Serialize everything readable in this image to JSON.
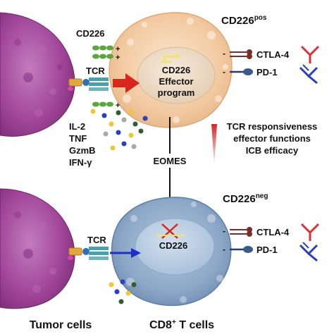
{
  "top_cell": {
    "title": "CD226",
    "title_sup": "pos",
    "cd226_label": "CD226",
    "tcr_label": "TCR",
    "nucleus_line1": "CD226",
    "nucleus_line2": "Effector",
    "nucleus_line3": "program",
    "ctla4_label": "CTLA-4",
    "pd1_label": "PD-1",
    "plus": "+",
    "minus": "-"
  },
  "cytokines": {
    "line1": "IL-2",
    "line2": "TNF",
    "line3": "GzmB",
    "line4": "IFN-γ"
  },
  "transition": {
    "label": "EOMES"
  },
  "gradient_text": {
    "line1": "TCR responsiveness",
    "line2": "effector functions",
    "line3": "ICB efficacy"
  },
  "bottom_cell": {
    "title": "CD226",
    "title_sup": "neg",
    "tcr_label": "TCR",
    "nucleus_label": "CD226",
    "ctla4_label": "CTLA-4",
    "pd1_label": "PD-1",
    "minus": "-"
  },
  "footer": {
    "tumor_label": "Tumor cells",
    "tcell_label": "CD8",
    "tcell_sup": "+",
    "tcell_rest": " T cells"
  },
  "colors": {
    "tumor": "#a2479a",
    "top_cell": "#f4d2ad",
    "top_nucleus": "#eedbc3",
    "bottom_cell": "#8ea8c8",
    "bottom_nucleus": "#b9cde3",
    "red_arrow": "#d7261e",
    "blue_arrow": "#1d2fc7",
    "ctla4_ligand": "#d8323a",
    "pd1_ligand": "#2b3fbf"
  }
}
